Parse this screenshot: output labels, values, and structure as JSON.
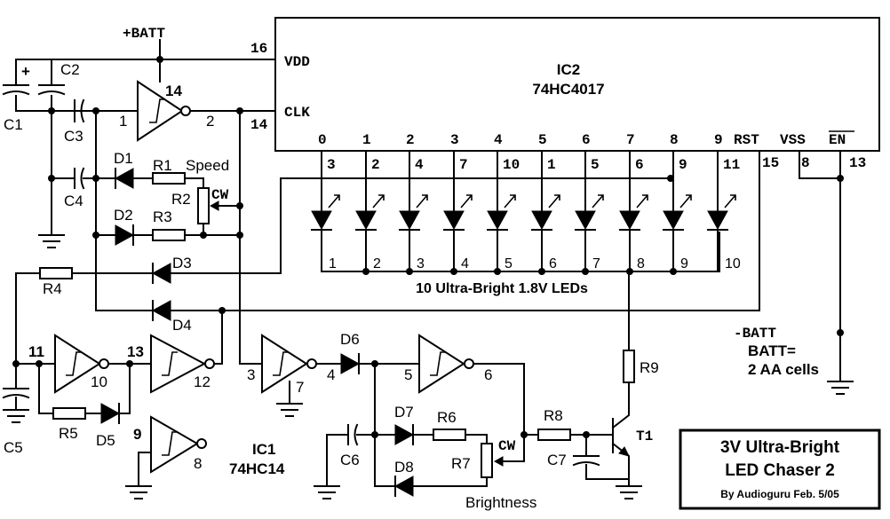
{
  "ic2": {
    "name": "IC2",
    "part": "74HC4017"
  },
  "ic1": {
    "name": "IC1",
    "part": "74HC14"
  },
  "ic2_pins": {
    "vdd": "VDD",
    "clk": "CLK",
    "pin16": "16",
    "pin14": "14",
    "rst": "RST",
    "vss": "VSS",
    "en": "EN",
    "rst_pin": "15",
    "vss_pin": "8",
    "en_pin": "13"
  },
  "outputs": [
    {
      "label": "0",
      "pin": "3",
      "led": "1"
    },
    {
      "label": "1",
      "pin": "2",
      "led": "2"
    },
    {
      "label": "2",
      "pin": "4",
      "led": "3"
    },
    {
      "label": "3",
      "pin": "7",
      "led": "4"
    },
    {
      "label": "4",
      "pin": "10",
      "led": "5"
    },
    {
      "label": "5",
      "pin": "1",
      "led": "6"
    },
    {
      "label": "6",
      "pin": "5",
      "led": "7"
    },
    {
      "label": "7",
      "pin": "6",
      "led": "8"
    },
    {
      "label": "8",
      "pin": "9",
      "led": "9"
    },
    {
      "label": "9",
      "pin": "11",
      "led": "10"
    }
  ],
  "led_caption": "10 Ultra-Bright 1.8V LEDs",
  "supply": {
    "pos": "+BATT",
    "neg": "-BATT",
    "note1": "BATT=",
    "note2": "2 AA cells"
  },
  "components": {
    "c1": "C1",
    "c2": "C2",
    "c3": "C3",
    "c4": "C4",
    "c5": "C5",
    "c6": "C6",
    "c7": "C7",
    "d1": "D1",
    "d2": "D2",
    "d3": "D3",
    "d4": "D4",
    "d5": "D5",
    "d6": "D6",
    "d7": "D7",
    "d8": "D8",
    "r1": "R1",
    "r2": "R2",
    "r3": "R3",
    "r4": "R4",
    "r5": "R5",
    "r6": "R6",
    "r7": "R7",
    "r8": "R8",
    "r9": "R9",
    "t1": "T1",
    "speed": "Speed",
    "brightness": "Brightness",
    "cw1": "CW",
    "cw2": "CW",
    "plus": "+"
  },
  "gate_pins": {
    "g1_in": "1",
    "g1_out": "2",
    "g1_vcc": "14",
    "g2_in": "11",
    "g2_out": "10",
    "g3_in": "13",
    "g3_out": "12",
    "g4_in": "3",
    "g4_out": "4",
    "g4_gnd": "7",
    "g5_in": "5",
    "g5_out": "6",
    "g6_in": "9",
    "g6_out": "8"
  },
  "title_box": {
    "line1": "3V Ultra-Bright",
    "line2": "LED Chaser 2",
    "byline": "By Audioguru  Feb. 5/05"
  }
}
